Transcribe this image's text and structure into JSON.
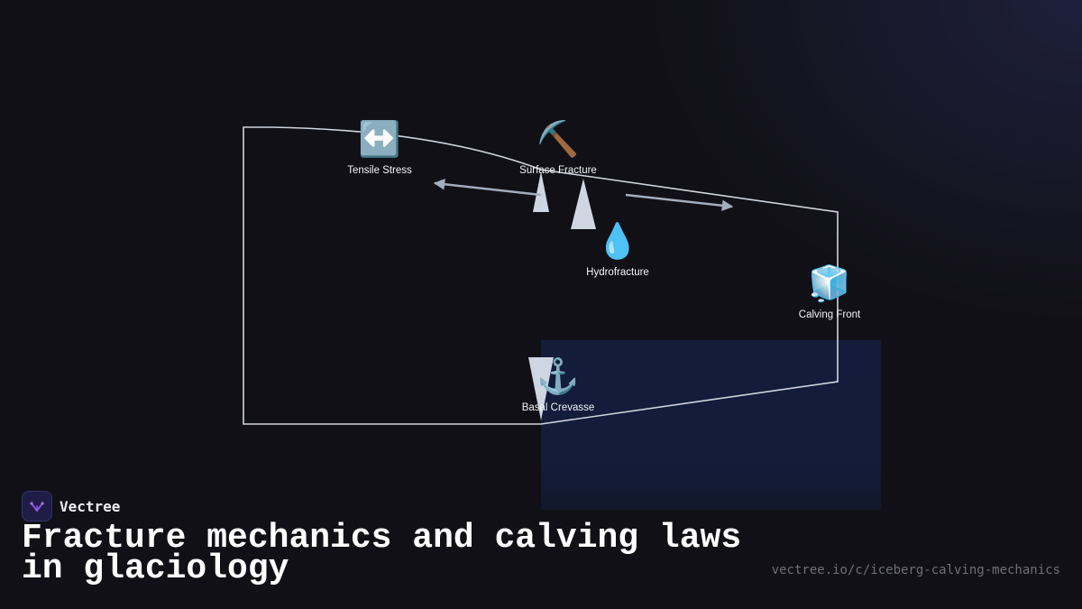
{
  "diagram": {
    "nodes": [
      {
        "id": "tensile",
        "label": "Tensile Stress",
        "icon": "left-right-arrow-icon",
        "glyph": "↔️"
      },
      {
        "id": "surface",
        "label": "Surface Fracture",
        "icon": "pick-icon",
        "glyph": "⛏️"
      },
      {
        "id": "hydro",
        "label": "Hydrofracture",
        "icon": "droplet-icon",
        "glyph": "💧"
      },
      {
        "id": "calving",
        "label": "Calving Front",
        "icon": "ice-cube-icon",
        "glyph": "🧊"
      },
      {
        "id": "basal",
        "label": "Basal Crevasse",
        "icon": "anchor-icon",
        "glyph": "⚓"
      }
    ],
    "colors": {
      "outline": "#cfd4de",
      "arrow": "#a3adc0",
      "wedge": "#cfd6e2",
      "water": "#131c3a"
    }
  },
  "brand": {
    "name": "Vectree",
    "logo_icon": "vectree-logo-icon"
  },
  "title": "Fracture mechanics and calving laws in glaciology",
  "url": "vectree.io/c/iceberg-calving-mechanics"
}
